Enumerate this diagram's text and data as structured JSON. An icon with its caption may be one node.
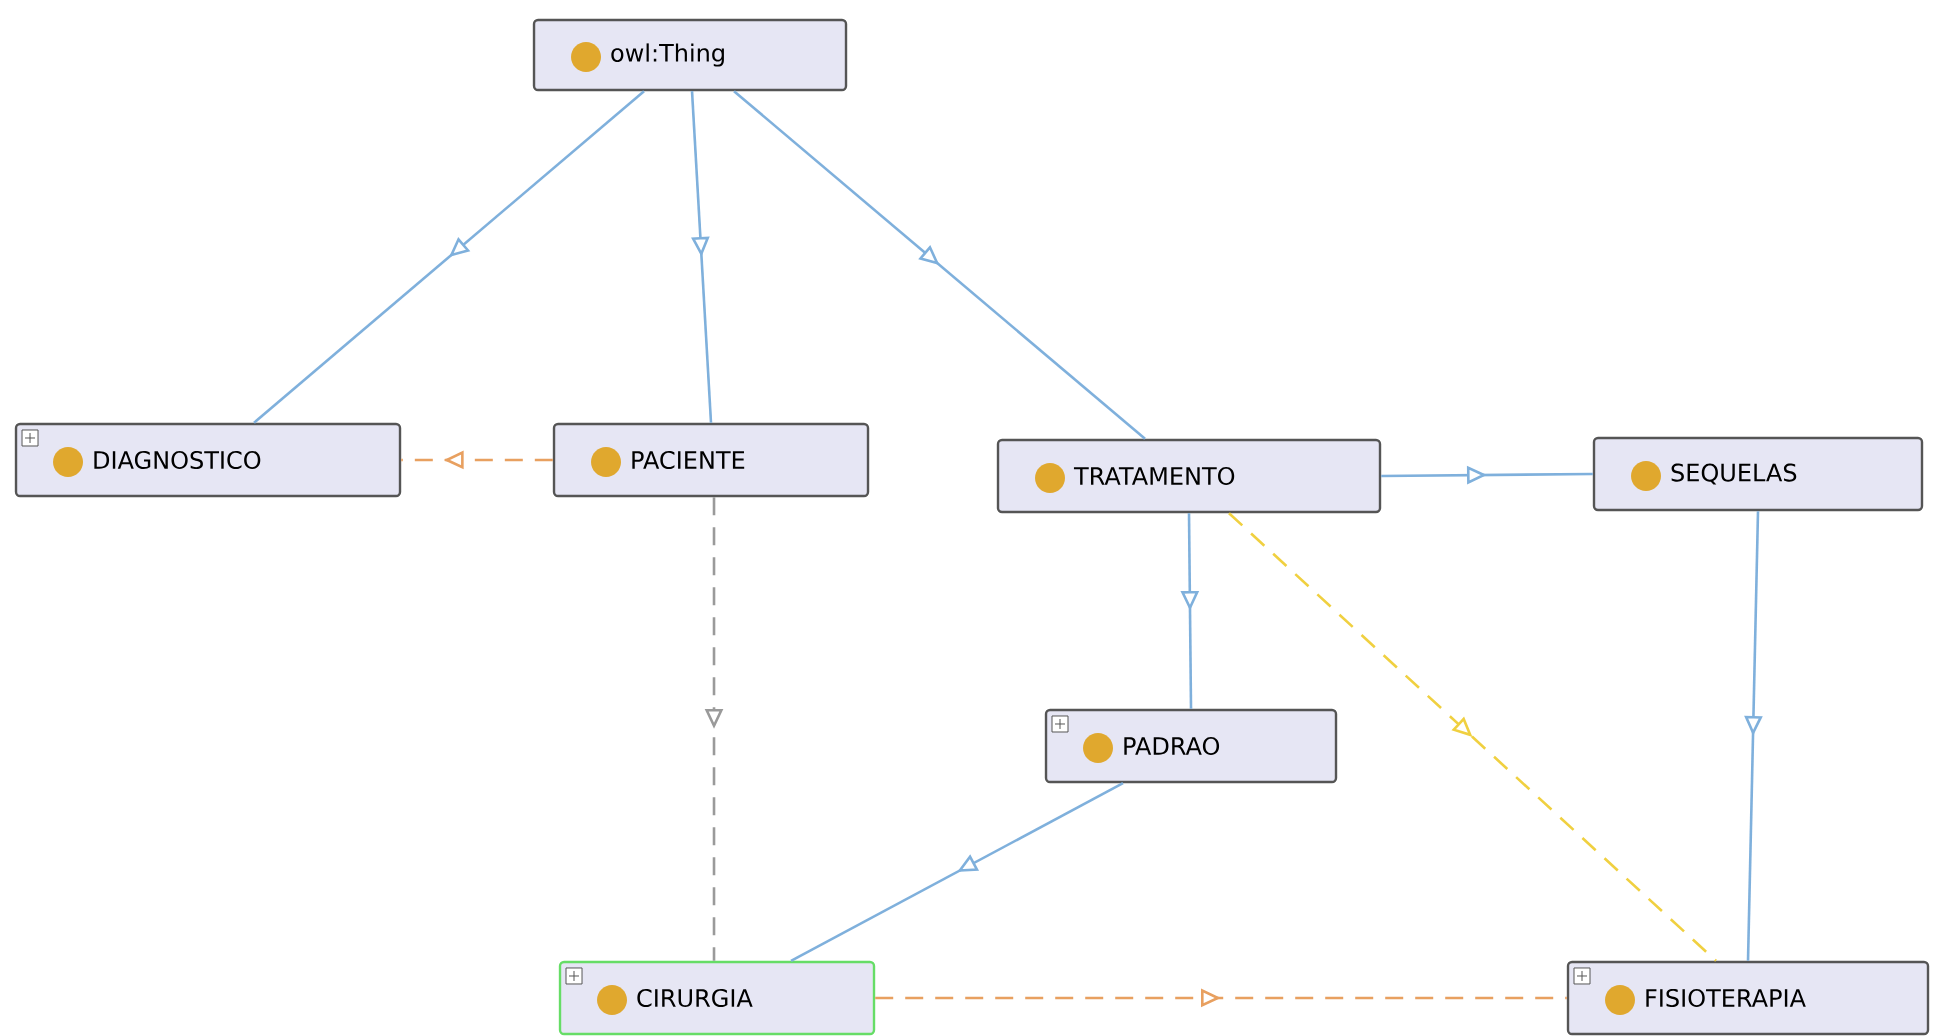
{
  "diagram": {
    "nodes": [
      {
        "text": [
          "owl:Thing"
        ]
      },
      {
        "text": [
          "DIAGNOSTICO"
        ]
      },
      {
        "text": [
          "PACIENTE"
        ]
      },
      {
        "text": [
          "TRATAMENTO"
        ]
      },
      {
        "text": [
          "SEQUELAS"
        ]
      },
      {
        "text": [
          "PADRAO"
        ]
      },
      {
        "text": [
          "CIRURGIA"
        ]
      },
      {
        "text": [
          "FISIOTERAPIA"
        ]
      }
    ],
    "edges": [
      {
        "from": 0,
        "to": 1,
        "arrow": "to"
      },
      {
        "from": 0,
        "to": 2,
        "arrow": "to"
      },
      {
        "from": 0,
        "to": 3,
        "arrow": "to"
      },
      {
        "from": 2,
        "to": 1,
        "arrow": "to",
        "style": "dashed",
        "color": "#e8a060"
      },
      {
        "from": 2,
        "to": 6,
        "arrow": "to",
        "style": "dashed",
        "color": "#9a9a9a"
      },
      {
        "from": 3,
        "to": 4,
        "arrow": "to"
      },
      {
        "from": 3,
        "to": 5,
        "arrow": "to"
      },
      {
        "from": 3,
        "to": 7,
        "arrow": "to",
        "style": "dashed",
        "color": "#f0d040"
      },
      {
        "from": 4,
        "to": 7,
        "arrow": "to"
      },
      {
        "from": 5,
        "to": 6,
        "arrow": "to"
      },
      {
        "from": 6,
        "to": 7,
        "arrow": "to",
        "style": "dashed",
        "color": "#e8a060"
      }
    ]
  }
}
